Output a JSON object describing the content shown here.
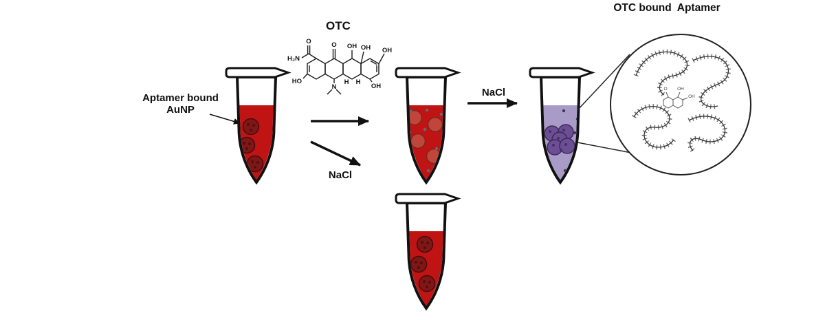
{
  "labels": {
    "aptamer_bound_line1": "Aptamer bound",
    "aptamer_bound_line2": "AuNP",
    "otc": "OTC",
    "nacl_lower": "NaCl",
    "nacl_upper": "NaCl",
    "magnifier_title": "OTC bound  Aptamer"
  },
  "chem": {
    "h2n": "H₂N",
    "ho": "HO",
    "oh": "OH",
    "o": "O",
    "n": "N",
    "h": "H"
  },
  "colors": {
    "outline": "#111111",
    "liquid_red": "#c01414",
    "nanoparticle_dark_red": "#7f1717",
    "particle_texture_red": "#550d0d",
    "nanoparticle_red": "#c0453a",
    "otc_dot": "#5f6b7a",
    "liquid_purple": "#a89bc8",
    "nanoparticle_purple": "#6b4e93",
    "particle_texture_purple": "#46306b",
    "dot_purple": "#3f3554"
  }
}
